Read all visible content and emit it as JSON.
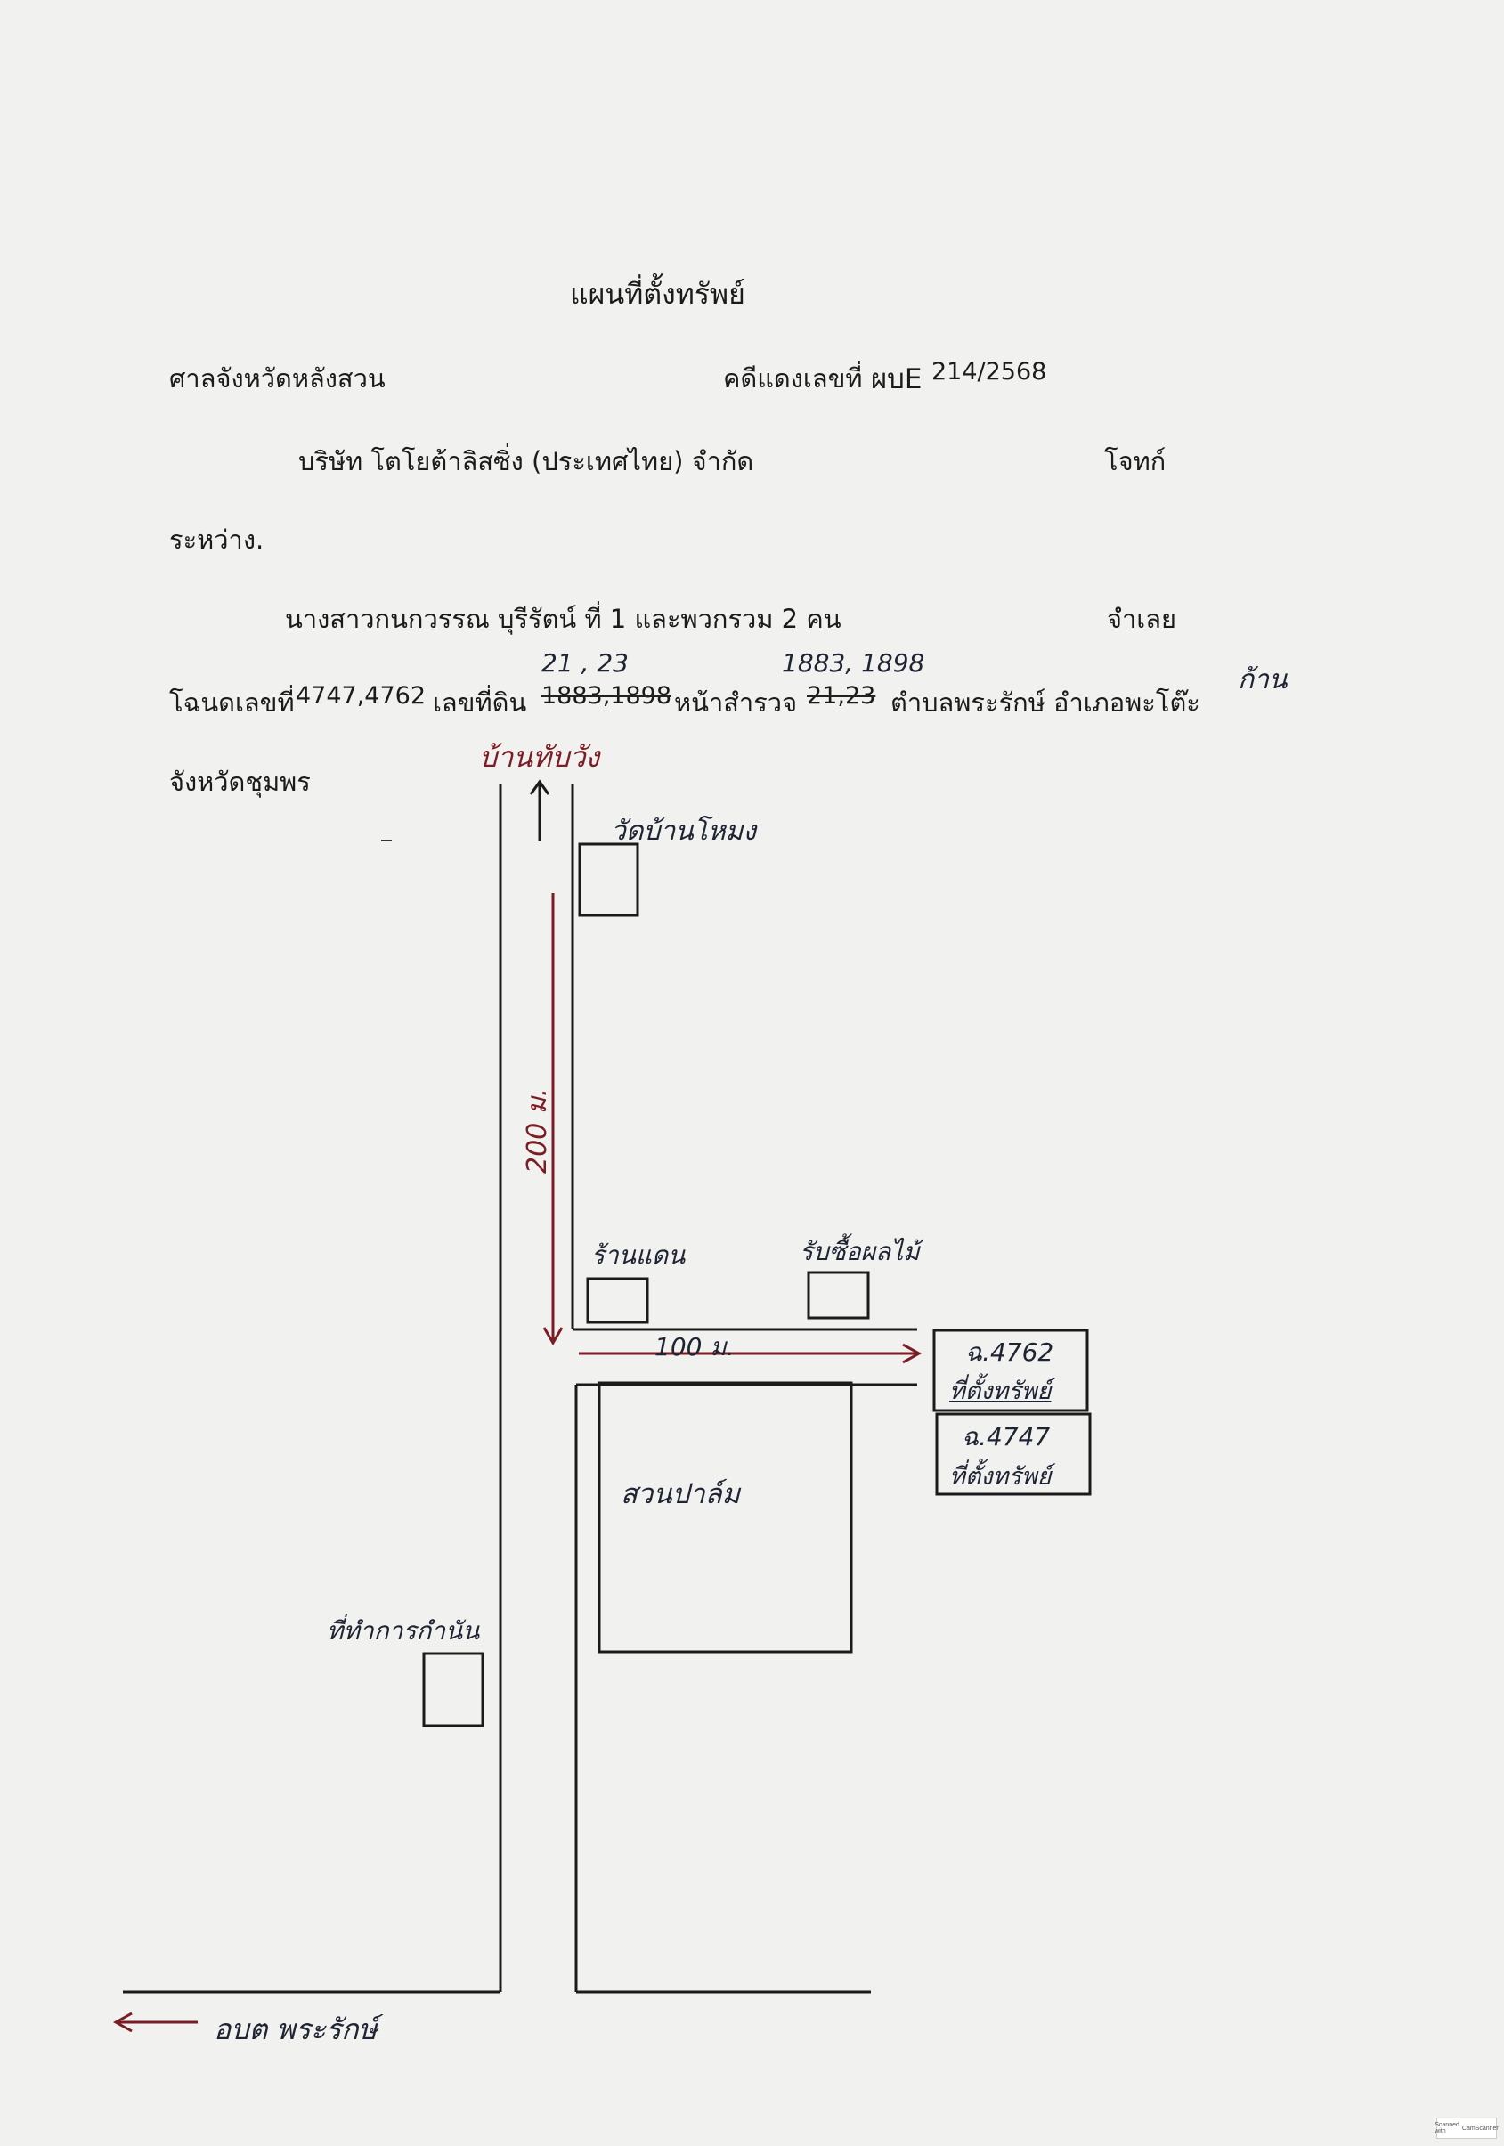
{
  "doc": {
    "title": "แผนที่ตั้งทรัพย์",
    "court": "ศาลจังหวัดหลังสวน",
    "case_label": "คดีแดงเลขที่",
    "case_prefix": "ผบE",
    "case_number": "214/2568",
    "plaintiff": "บริษัท โตโยต้าลิสซิ่ง (ประเทศไทย) จำกัด",
    "plaintiff_role": "โจทก์",
    "between": "ระหว่าง.",
    "defendant": "นางสาวกนกวรรณ  บุรีรัตน์  ที่ 1  และพวกรวม  2 คน",
    "defendant_role": "จำเลย",
    "deed_label": "โฉนดเลขที่",
    "deed_numbers": "4747,4762",
    "land_no_label": "เลขที่ดิน",
    "land_no_struck": "1883,1898",
    "land_no_corrected": "21 , 23",
    "survey_label": "หน้าสำรวจ",
    "survey_struck": "21,23",
    "survey_corrected": "1883, 1898",
    "location": "ตำบลพระรักษ์  อำเภอพะโต๊ะ",
    "initials": "ก้าน",
    "province": "จังหวัดชุมพร"
  },
  "map": {
    "north_label": "บ้านทับวัง",
    "temple": "วัดบ้านโหมง",
    "distance_vertical": "200 ม.",
    "distance_horizontal": "100 ม.",
    "shop_left": "ร้านแดน",
    "shop_right": "รับซื้อผลไม้",
    "parcel_1": {
      "deed": "ฉ.4762",
      "label": "ที่ตั้งทรัพย์"
    },
    "parcel_2": {
      "deed": "ฉ.4747",
      "label": "ที่ตั้งทรัพย์"
    },
    "plantation": "สวนปาล์ม",
    "office": "ที่ทำการกำนัน",
    "bottom_road": "อบต พระรักษ์"
  },
  "scanner": {
    "line1": "Scanned with",
    "line2": "CamScanner"
  },
  "colors": {
    "ink": "#1b1b1b",
    "pen_red": "#7a1d24",
    "pen_dark": "#1f2433",
    "paper": "#f1f1ef"
  }
}
